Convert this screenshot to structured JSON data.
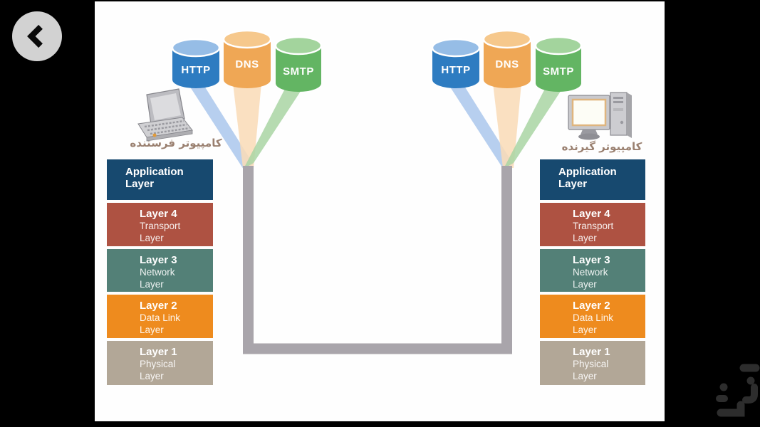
{
  "back_button": {
    "icon": "chevron-left-icon"
  },
  "connector": {
    "color": "#a9a5ab"
  },
  "sides": [
    {
      "id": "sender",
      "caption": "کامپیوتر فرستنده",
      "computer_icon": "laptop-icon",
      "protocols": [
        {
          "label": "HTTP",
          "body_color": "#2e7cc1",
          "top_color": "#96bde6",
          "beam_color": "#adc8ed"
        },
        {
          "label": "DNS",
          "body_color": "#efa755",
          "top_color": "#f6c88c",
          "beam_color": "#f9dcb8"
        },
        {
          "label": "SMTP",
          "body_color": "#63b563",
          "top_color": "#a3d49d",
          "beam_color": "#a9d5a3"
        }
      ],
      "layers": [
        {
          "title": "Application Layer",
          "subtitle": "",
          "color": "#17496f"
        },
        {
          "title": "Layer 4",
          "subtitle": "Transport Layer",
          "color": "#ae5242"
        },
        {
          "title": "Layer 3",
          "subtitle": "Network Layer",
          "color": "#538077"
        },
        {
          "title": "Layer 2",
          "subtitle": "Data Link Layer",
          "color": "#ee8b1e"
        },
        {
          "title": "Layer 1",
          "subtitle": "Physical Layer",
          "color": "#b2a797"
        }
      ]
    },
    {
      "id": "receiver",
      "caption": "کامپیوتر گیرنده",
      "computer_icon": "desktop-icon",
      "protocols": [
        {
          "label": "HTTP",
          "body_color": "#2e7cc1",
          "top_color": "#96bde6",
          "beam_color": "#adc8ed"
        },
        {
          "label": "DNS",
          "body_color": "#efa755",
          "top_color": "#f6c88c",
          "beam_color": "#f9dcb8"
        },
        {
          "label": "SMTP",
          "body_color": "#63b563",
          "top_color": "#a3d49d",
          "beam_color": "#a9d5a3"
        }
      ],
      "layers": [
        {
          "title": "Application Layer",
          "subtitle": "",
          "color": "#17496f"
        },
        {
          "title": "Layer 4",
          "subtitle": "Transport Layer",
          "color": "#ae5242"
        },
        {
          "title": "Layer 3",
          "subtitle": "Network Layer",
          "color": "#538077"
        },
        {
          "title": "Layer 2",
          "subtitle": "Data Link Layer",
          "color": "#ee8b1e"
        },
        {
          "title": "Layer 1",
          "subtitle": "Physical Layer",
          "color": "#b2a797"
        }
      ]
    }
  ]
}
